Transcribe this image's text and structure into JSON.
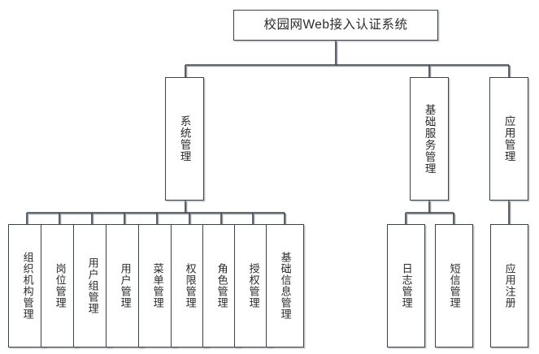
{
  "diagram": {
    "type": "org-chart",
    "title": "校园网Web接入认证系统",
    "background": "#ffffff",
    "line_color": "#3b4149",
    "text_color": "#2b2b2b",
    "levels": 3,
    "root": {
      "id": "root",
      "label": "校园网Web接入认证系统",
      "orientation": "horizontal"
    },
    "branches": [
      {
        "id": "system-management",
        "label": "系统管理",
        "orientation": "vertical",
        "children": [
          {
            "id": "org-structure-management",
            "label": "组织机构管理"
          },
          {
            "id": "position-management",
            "label": "岗位管理"
          },
          {
            "id": "user-group-management",
            "label": "用户组管理"
          },
          {
            "id": "user-management",
            "label": "用户管理"
          },
          {
            "id": "menu-management",
            "label": "菜单管理"
          },
          {
            "id": "permission-management",
            "label": "权限管理"
          },
          {
            "id": "role-management",
            "label": "角色管理"
          },
          {
            "id": "authorization-management",
            "label": "授权管理"
          },
          {
            "id": "basic-info-management",
            "label": "基础信息管理"
          }
        ]
      },
      {
        "id": "basic-service-management",
        "label": "基础服务管理",
        "orientation": "vertical",
        "children": [
          {
            "id": "log-management",
            "label": "日志管理"
          },
          {
            "id": "sms-management",
            "label": "短信管理"
          }
        ]
      },
      {
        "id": "application-management",
        "label": "应用管理",
        "orientation": "vertical",
        "children": [
          {
            "id": "application-registration",
            "label": "应用注册"
          }
        ]
      }
    ]
  }
}
